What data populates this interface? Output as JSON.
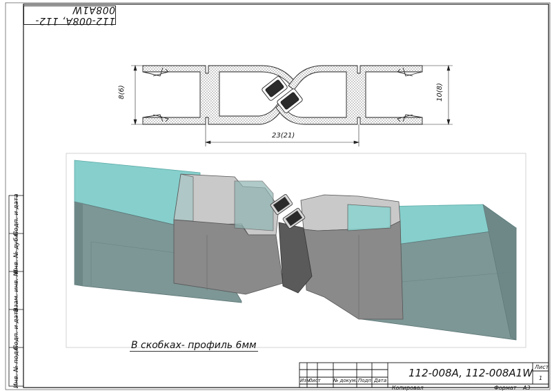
{
  "stamp": {
    "rotated_code": "112-008A, 112-008A1W"
  },
  "drawing": {
    "dim_left": "8(6)",
    "dim_right": "10(8)",
    "dim_bottom": "23(21)",
    "note": "В скобках- профиль 6мм"
  },
  "side_column": {
    "labels": [
      "Подп. и дата",
      "Инв. № дубл.",
      "Взам. инв. №",
      "Подп. и дата",
      "Инв. № подл."
    ]
  },
  "title_block": {
    "designation": "112-008A, 112-008A1W",
    "sheet_label": "Лист",
    "sheet_number": "1",
    "columns": [
      "Изм.",
      "Лист",
      "№ докум.",
      "Подп.",
      "Дата"
    ],
    "copied_label": "Копировал",
    "format_label": "Формат",
    "format_value": "А3"
  },
  "colors": {
    "glass_top": "#8fd3d0",
    "glass_side": "#7c9596",
    "profile": "#7e7e7e",
    "seal": "#2c2c2c"
  }
}
